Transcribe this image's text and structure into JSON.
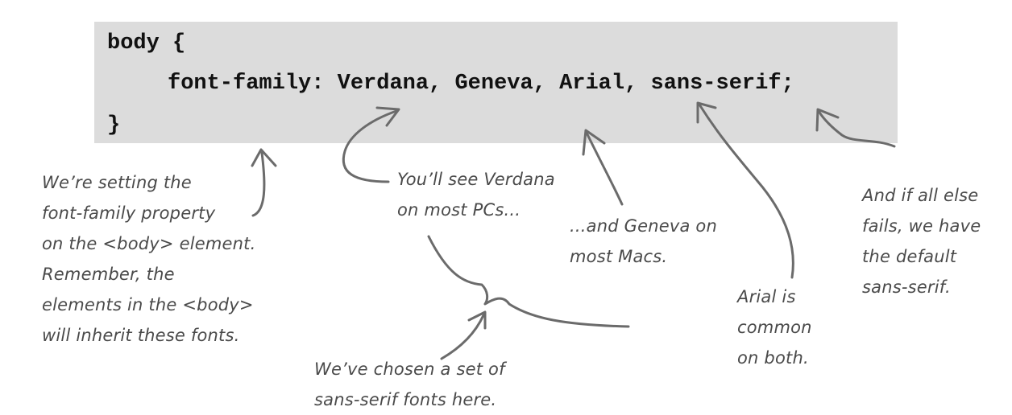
{
  "code": {
    "line1": "body {",
    "line2": "font-family: Verdana, Geneva, Arial, sans-serif;",
    "line3": "}"
  },
  "annotations": {
    "body_note": [
      "We’re setting the",
      "font-family property",
      "on the <body> element.",
      "Remember, the",
      "elements in the <body>",
      "will inherit these fonts."
    ],
    "verdana_note": [
      "You’ll see Verdana",
      "on most PCs..."
    ],
    "geneva_note": [
      "...and Geneva on",
      "most Macs."
    ],
    "arial_note": [
      "Arial is",
      "common",
      "on both."
    ],
    "sans_serif_note": [
      "And if all else",
      "fails, we have",
      "the default",
      "sans-serif."
    ],
    "chosen_note": [
      "We’ve chosen a set of",
      "sans-serif fonts here."
    ]
  }
}
